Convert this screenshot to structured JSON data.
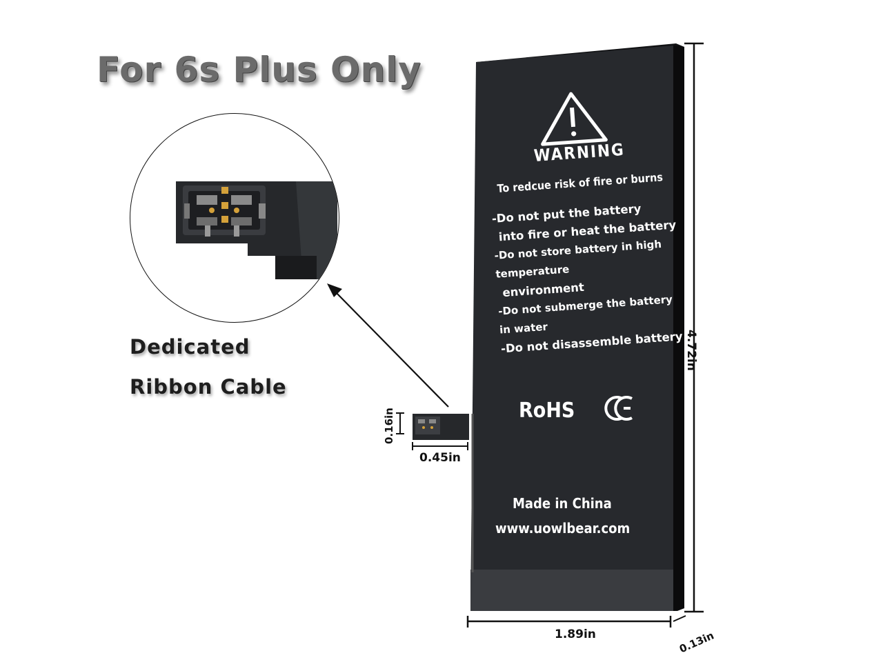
{
  "title": "For 6s Plus Only",
  "callout": {
    "line1": "Dedicated",
    "line2": "Ribbon Cable"
  },
  "battery": {
    "warning_title": "WARNING",
    "warning_subtitle": "To redcue risk of fire or burns",
    "warnings": [
      "-Do not put the battery",
      "into fire or heat the battery",
      "-Do not store battery in high temperature",
      "environment",
      "-Do not submerge the battery in water",
      "-Do not disassemble battery"
    ],
    "rohs": "RoHS",
    "ce": "CE",
    "made_in": "Made in China",
    "website": "www.uowlbear.com"
  },
  "dimensions": {
    "height": "4.72in",
    "width": "1.89in",
    "depth": "0.13in",
    "connector_height": "0.16in",
    "connector_width": "0.45in"
  },
  "colors": {
    "battery_body": "#27292d",
    "battery_bottom": "#3a3c40",
    "title_text": "#6b6b6b"
  }
}
